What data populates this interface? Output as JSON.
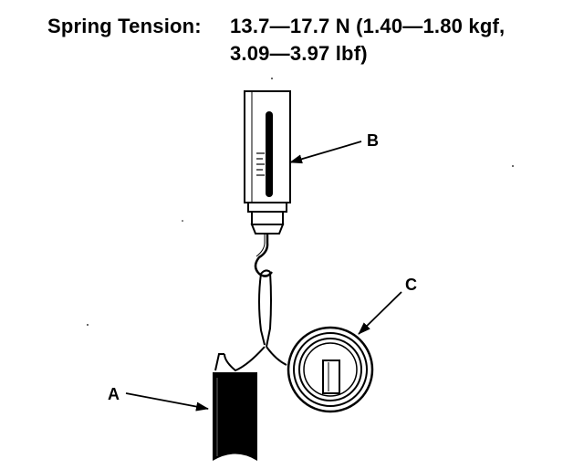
{
  "spec": {
    "label": "Spring Tension:",
    "value_line1": "13.7—17.7 N (1.40—1.80 kgf,",
    "value_line2": "3.09—3.97 lbf)"
  },
  "callouts": {
    "a": "A",
    "b": "B",
    "c": "C"
  },
  "colors": {
    "ink": "#000000",
    "paper": "#ffffff"
  }
}
